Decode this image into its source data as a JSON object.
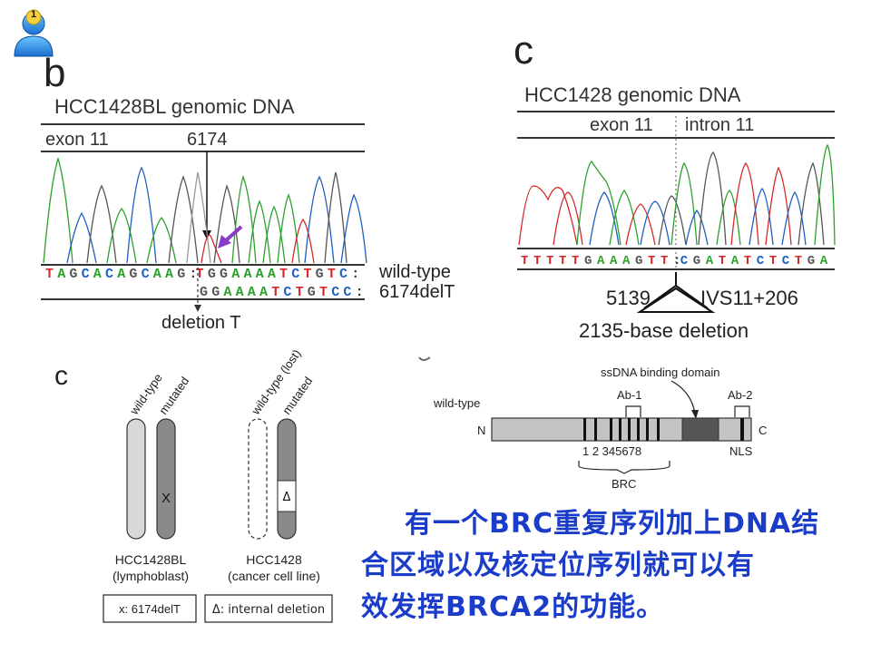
{
  "badge": {
    "number": "1"
  },
  "panel_b": {
    "letter": "b",
    "title": "HCC1428BL genomic DNA",
    "exon": "exon 11",
    "position": "6174",
    "wt_seq": "TAGCACAGCAAG:TGGAAAATCTGTC:",
    "mut_seq": "GGAAAATCTGTCC:",
    "wt_label": "wild-type",
    "mut_label": "6174delT",
    "deletion": "deletion T"
  },
  "panel_c1": {
    "letter": "c",
    "title": "HCC1428 genomic DNA",
    "exon": "exon 11",
    "intron": "intron 11",
    "seq": "TTTTTGAAAGTT:CGATATCTCTGA",
    "left_pos": "5139",
    "right_pos": "IVS11+206",
    "deletion": "2135-base deletion"
  },
  "panel_c2": {
    "letter": "c",
    "wt_label": "wild-type",
    "mutated_label": "mutated",
    "wt_lost_label": "wild-type (lost)",
    "mutated_label2": "mutated",
    "x_mark": "X",
    "delta_mark": "Δ",
    "cell1": "HCC1428BL",
    "cell1_type": "(lymphoblast)",
    "cell2": "HCC1428",
    "cell2_type": "(cancer cell line)",
    "legend1": "x: 6174delT",
    "legend2": "Δ: internal deletion"
  },
  "panel_d": {
    "ssdna": "ssDNA binding domain",
    "ab1": "Ab-1",
    "ab2": "Ab-2",
    "wild_type": "wild-type",
    "n": "N",
    "c": "C",
    "repeats": "1 2  345678",
    "nls": "NLS",
    "brc": "BRC"
  },
  "caption": {
    "line1": "有一个BRC重复序列加上DNA结",
    "line2": "合区域以及核定位序列就可以有",
    "line3": "效发挥BRCA2的功能。"
  },
  "colors": {
    "A": "#2ca02c",
    "C": "#1f5fbf",
    "G": "#555555",
    "T": "#d62728",
    "caption": "#1a3cc8",
    "arrow": "#8a3cc8"
  }
}
